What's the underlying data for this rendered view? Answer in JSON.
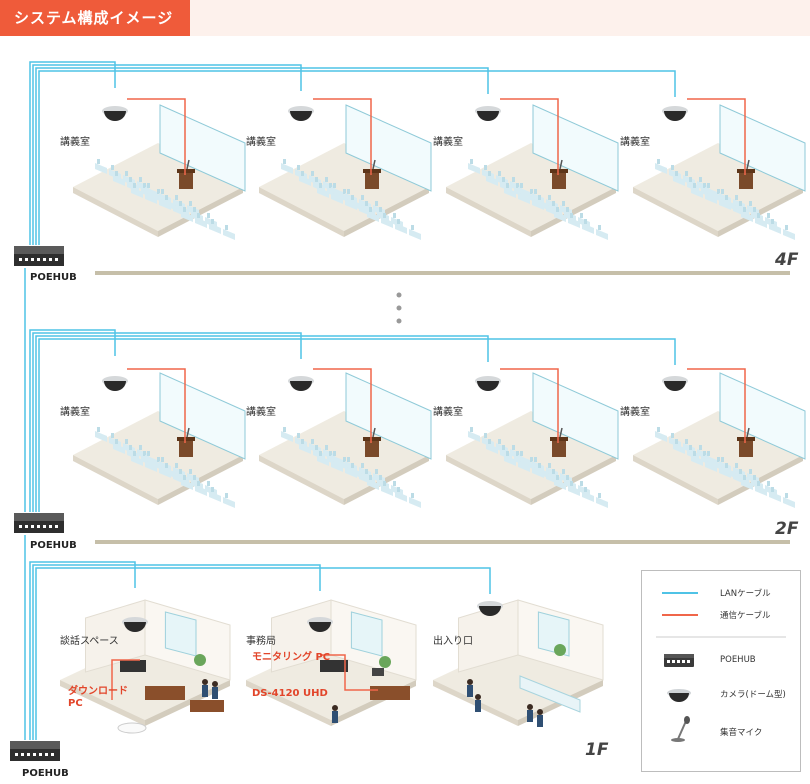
{
  "title": "システム構成イメージ",
  "hub_label": "POEHUB",
  "floors": [
    {
      "label": "4F",
      "rooms": [
        "講義室",
        "講義室",
        "講義室",
        "講義室"
      ]
    },
    {
      "label": "2F",
      "rooms": [
        "講義室",
        "講義室",
        "講義室",
        "講義室"
      ]
    },
    {
      "label": "1F",
      "rooms": [
        "談話スペース",
        "事務局",
        "出入り口"
      ]
    }
  ],
  "callouts": {
    "download_pc": "ダウンロード PC",
    "monitoring_pc": "モニタリング PC",
    "ds_device": "DS-4120 UHD"
  },
  "legend": {
    "lan": "LANケーブル",
    "comm": "通信ケーブル",
    "poehub": "POEHUB",
    "camera": "カメラ(ドーム型)",
    "mic": "集音マイク"
  },
  "colors": {
    "lan": "#4fc3e6",
    "comm": "#f0664a",
    "accent": "#ef5b3a"
  }
}
